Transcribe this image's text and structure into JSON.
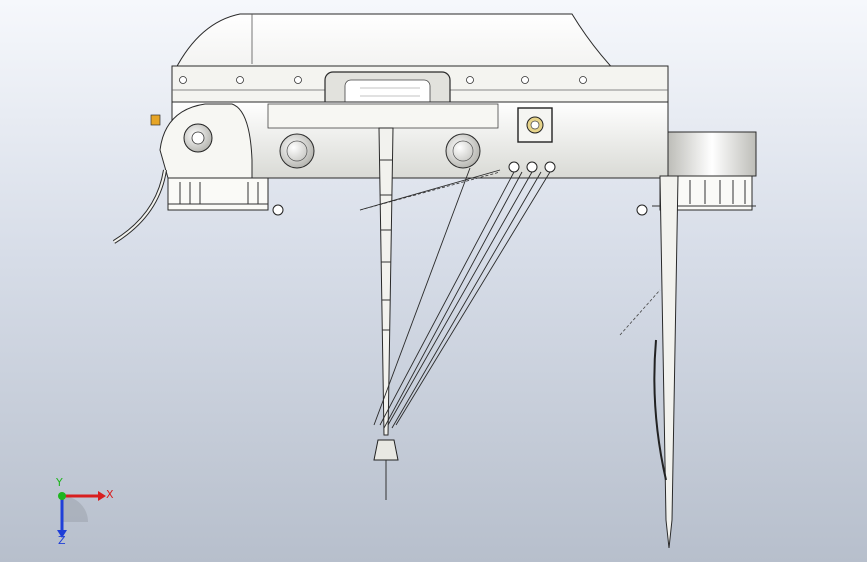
{
  "viewport": {
    "background": "#c9d0db",
    "model_line_color": "#2a2a2a",
    "model_fill_color": "#f2f2ee",
    "model_shade_color": "#cfd0cc"
  },
  "triad": {
    "x_label": "X",
    "y_label": "Y",
    "z_label": "Z",
    "x_color": "#d81f1f",
    "y_color": "#1fb51f",
    "z_color": "#1f3fd8"
  }
}
